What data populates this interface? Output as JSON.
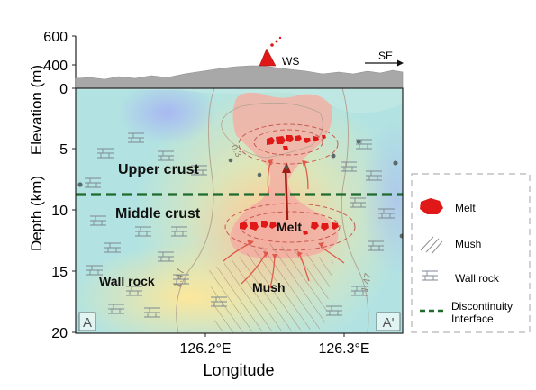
{
  "colors": {
    "melt": "#e01818",
    "discontinuity": "#1f6b2e",
    "arrow": "#e05a4a",
    "topography": "#a8a8a8",
    "volcano": "#e01818",
    "legend_border": "#b5b5b5"
  },
  "topography": {
    "y_label": "Elevation (m)",
    "y_ticks": [
      "600",
      "400",
      "0"
    ],
    "volcano_label": "WS",
    "direction_label": "SE"
  },
  "section": {
    "y_label": "Depth (km)",
    "x_label": "Longitude",
    "y_ticks": [
      "5",
      "10",
      "15",
      "20"
    ],
    "x_ticks": [
      "126.2°E",
      "126.3°E"
    ],
    "corner_left": "A",
    "corner_right": "A'",
    "contour_labels": [
      "0.3",
      "1.47",
      "1.47"
    ],
    "labels": {
      "upper_crust": "Upper crust",
      "middle_crust": "Middle crust",
      "wall_rock": "Wall rock",
      "melt": "Melt",
      "mush": "Mush"
    }
  },
  "legend": {
    "items": [
      {
        "label": "Melt",
        "symbol": "melt"
      },
      {
        "label": "Mush",
        "symbol": "mush"
      },
      {
        "label": "Wall rock",
        "symbol": "wallrock"
      },
      {
        "label_line1": "Discontinuity",
        "label_line2": "Interface",
        "symbol": "dashed-line"
      }
    ]
  }
}
